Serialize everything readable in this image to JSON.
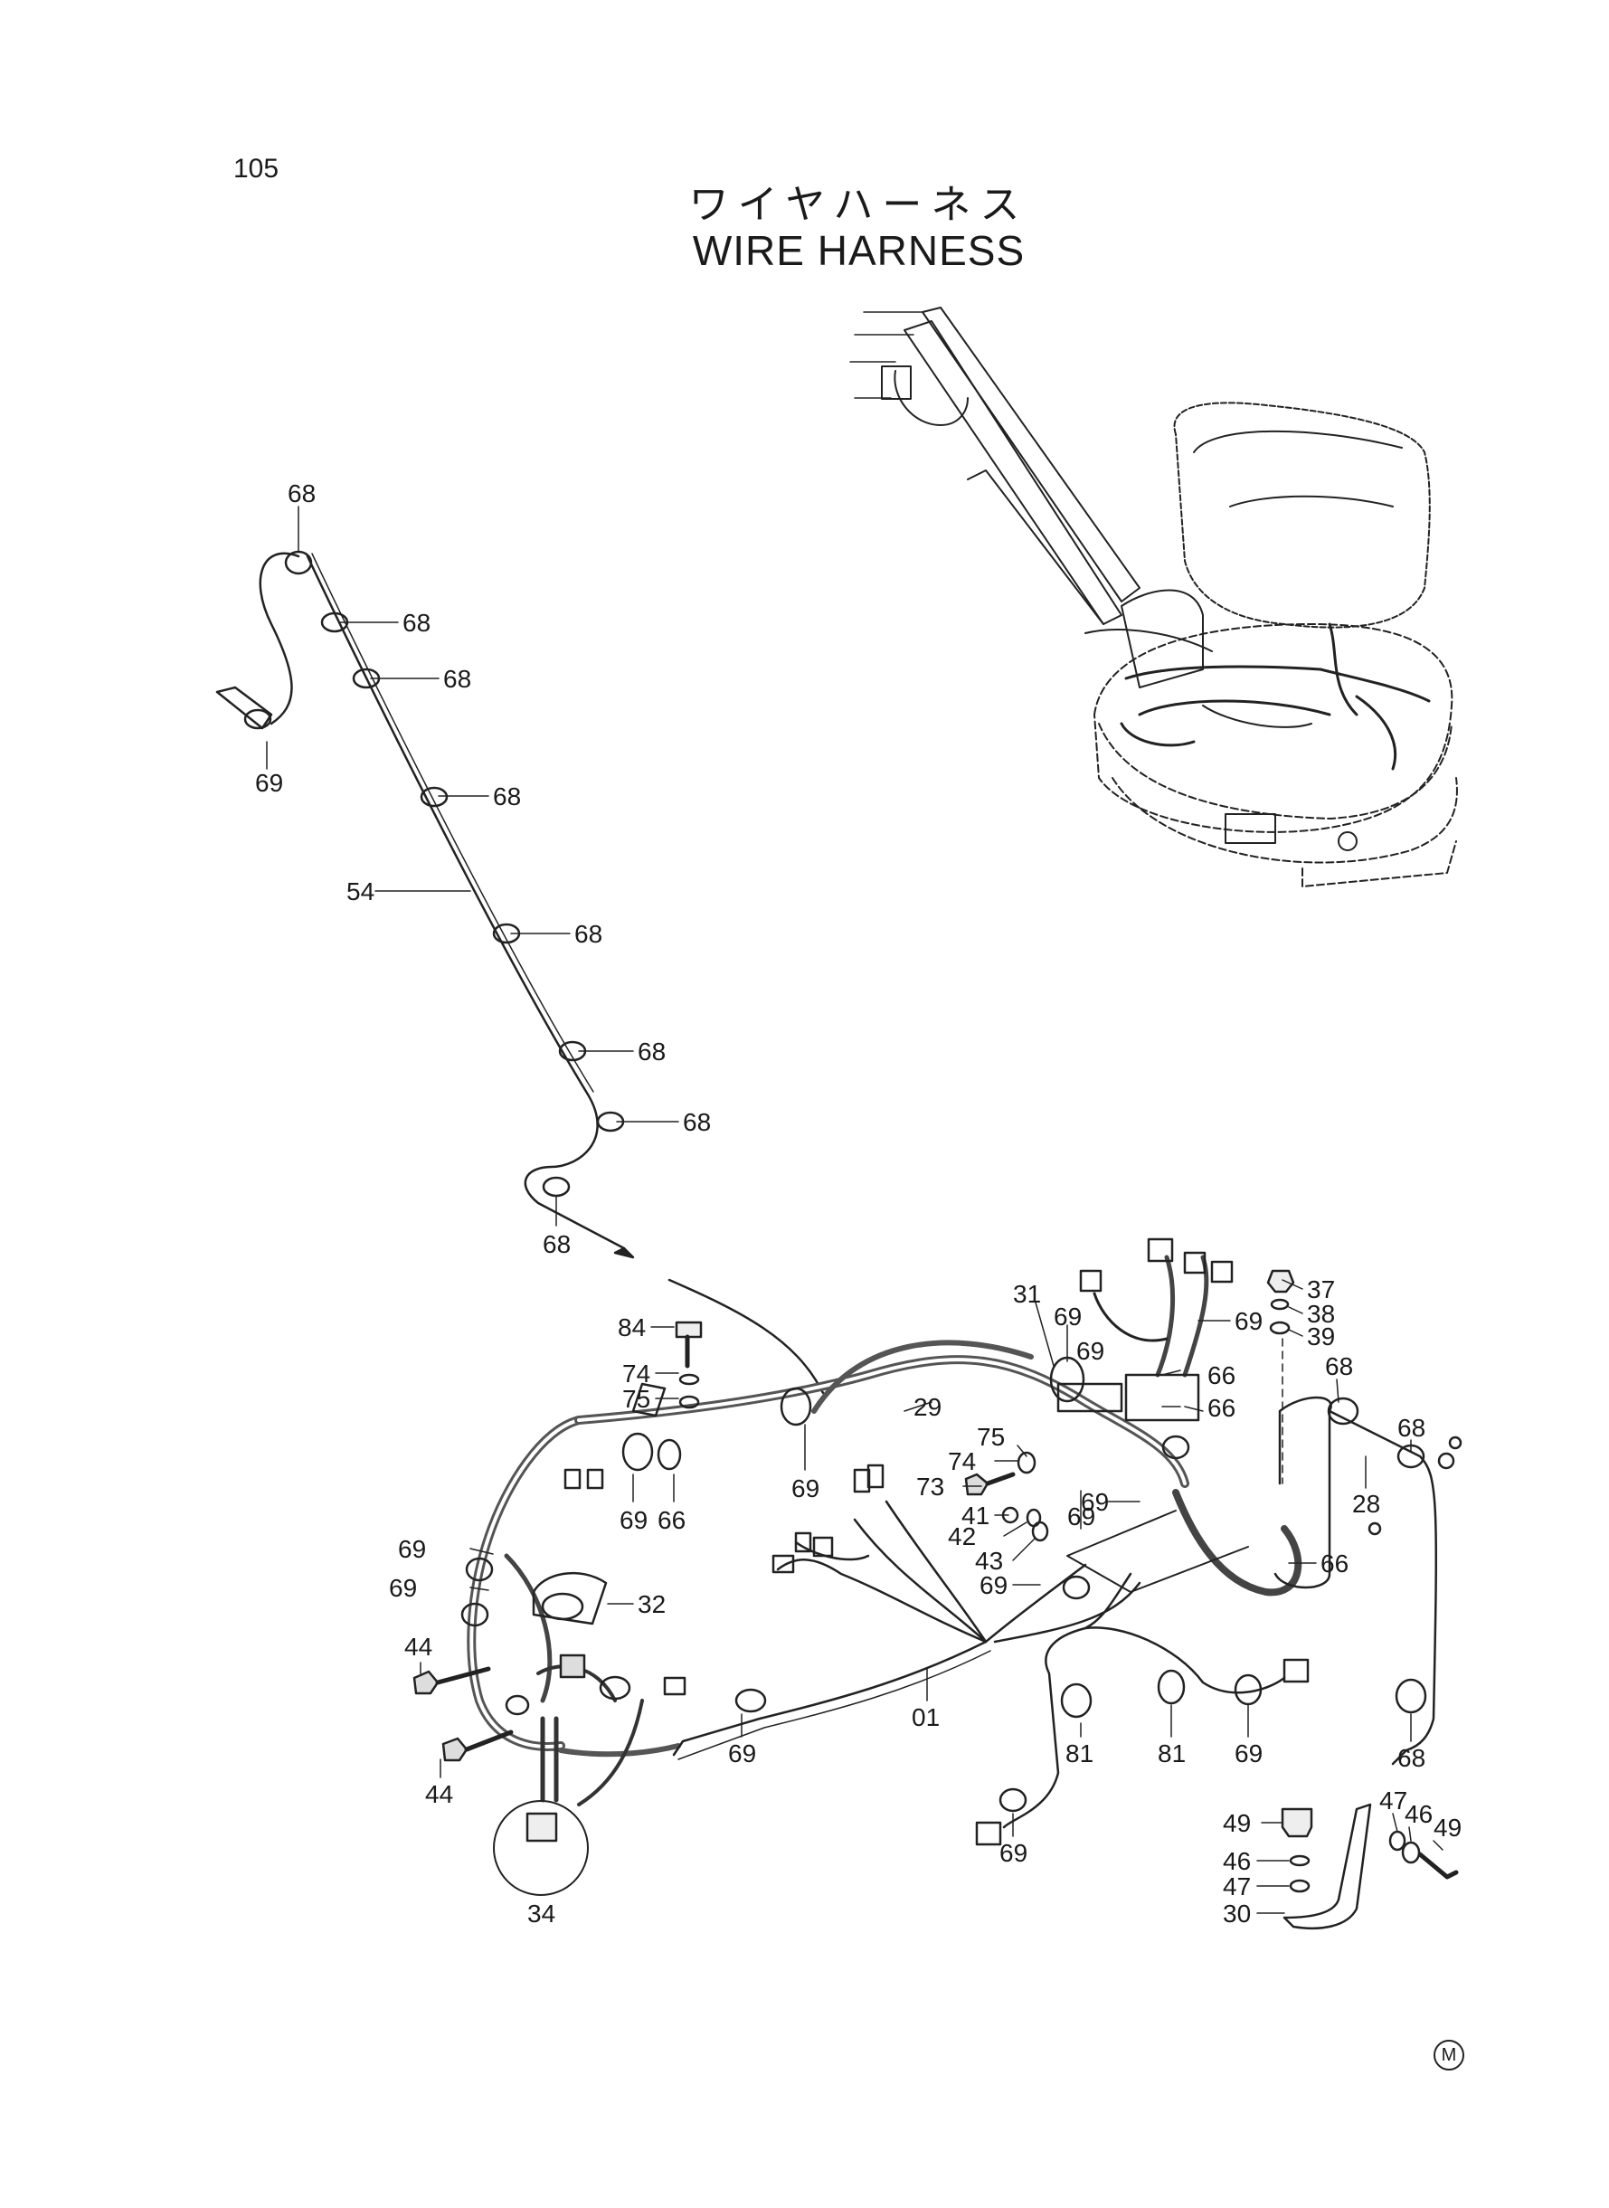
{
  "page": {
    "number": "105",
    "title_jp": "ワイヤハーネス",
    "title_en": "WIRE HARNESS",
    "mark": "M"
  },
  "callouts": [
    {
      "id": "c1",
      "text": "68"
    },
    {
      "id": "c2",
      "text": "68"
    },
    {
      "id": "c3",
      "text": "68"
    },
    {
      "id": "c4",
      "text": "69"
    },
    {
      "id": "c5",
      "text": "68"
    },
    {
      "id": "c6",
      "text": "54"
    },
    {
      "id": "c7",
      "text": "68"
    },
    {
      "id": "c8",
      "text": "68"
    },
    {
      "id": "c9",
      "text": "68"
    },
    {
      "id": "c10",
      "text": "68"
    },
    {
      "id": "c11",
      "text": "31"
    },
    {
      "id": "c12",
      "text": "69"
    },
    {
      "id": "c13",
      "text": "69"
    },
    {
      "id": "c14",
      "text": "84"
    },
    {
      "id": "c15",
      "text": "74"
    },
    {
      "id": "c16",
      "text": "75"
    },
    {
      "id": "c17",
      "text": "69"
    },
    {
      "id": "c18",
      "text": "66"
    },
    {
      "id": "c19",
      "text": "66"
    },
    {
      "id": "c20",
      "text": "29"
    },
    {
      "id": "c21",
      "text": "69"
    },
    {
      "id": "c22",
      "text": "69"
    },
    {
      "id": "c23",
      "text": "66"
    },
    {
      "id": "c24",
      "text": "75"
    },
    {
      "id": "c25",
      "text": "74"
    },
    {
      "id": "c26",
      "text": "73"
    },
    {
      "id": "c27",
      "text": "69"
    },
    {
      "id": "c28",
      "text": "69"
    },
    {
      "id": "c29",
      "text": "41"
    },
    {
      "id": "c30",
      "text": "42"
    },
    {
      "id": "c31",
      "text": "43"
    },
    {
      "id": "c32",
      "text": "69"
    },
    {
      "id": "c33",
      "text": "66"
    },
    {
      "id": "c34",
      "text": "37"
    },
    {
      "id": "c35",
      "text": "38"
    },
    {
      "id": "c36",
      "text": "39"
    },
    {
      "id": "c37",
      "text": "68"
    },
    {
      "id": "c38",
      "text": "68"
    },
    {
      "id": "c39",
      "text": "28"
    },
    {
      "id": "c40",
      "text": "69"
    },
    {
      "id": "c41",
      "text": "69"
    },
    {
      "id": "c42",
      "text": "32"
    },
    {
      "id": "c43",
      "text": "44"
    },
    {
      "id": "c44",
      "text": "44"
    },
    {
      "id": "c45",
      "text": "34"
    },
    {
      "id": "c46",
      "text": "01"
    },
    {
      "id": "c47",
      "text": "69"
    },
    {
      "id": "c48",
      "text": "81"
    },
    {
      "id": "c49",
      "text": "81"
    },
    {
      "id": "c50",
      "text": "69"
    },
    {
      "id": "c51",
      "text": "69"
    },
    {
      "id": "c52",
      "text": "68"
    },
    {
      "id": "c53",
      "text": "47"
    },
    {
      "id": "c54",
      "text": "46"
    },
    {
      "id": "c55",
      "text": "49"
    },
    {
      "id": "c56",
      "text": "49"
    },
    {
      "id": "c57",
      "text": "46"
    },
    {
      "id": "c58",
      "text": "47"
    },
    {
      "id": "c59",
      "text": "30"
    }
  ]
}
